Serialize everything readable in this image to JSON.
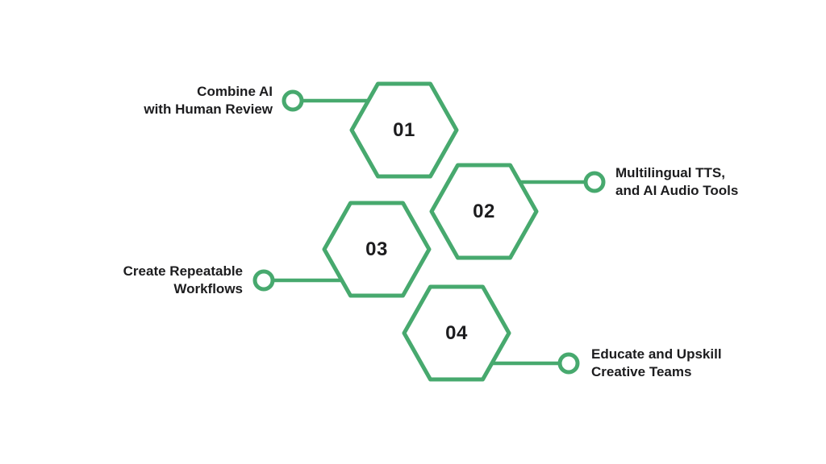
{
  "colors": {
    "accent_green": "#47a96e",
    "text": "#1c1c1e",
    "background": "#ffffff"
  },
  "diagram": {
    "type": "numbered-hexagon-steps",
    "items": [
      {
        "number": "01",
        "label_line1": "Combine AI",
        "label_line2": "with Human Review",
        "label_side": "left"
      },
      {
        "number": "02",
        "label_line1": "Multilingual TTS,",
        "label_line2": "and AI Audio Tools",
        "label_side": "right"
      },
      {
        "number": "03",
        "label_line1": "Create Repeatable",
        "label_line2": "Workflows",
        "label_side": "left"
      },
      {
        "number": "04",
        "label_line1": "Educate and Upskill",
        "label_line2": "Creative Teams",
        "label_side": "right"
      }
    ]
  }
}
